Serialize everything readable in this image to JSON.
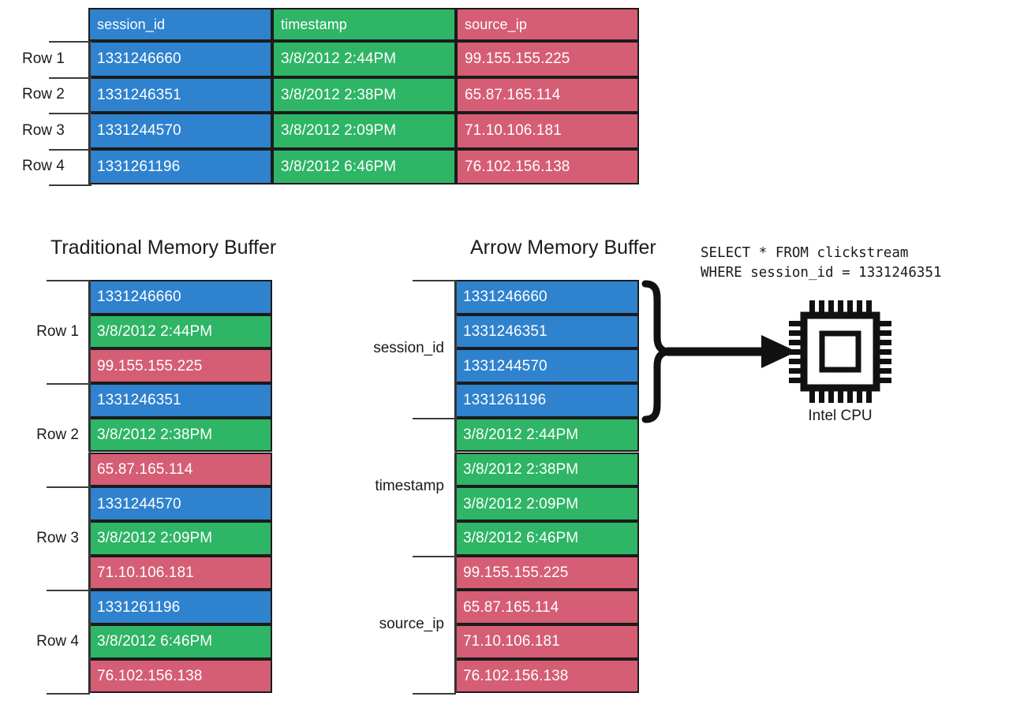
{
  "table": {
    "name": "clickstream-table",
    "columns": [
      "session_id",
      "timestamp",
      "source_ip"
    ],
    "row_labels": [
      "Row 1",
      "Row 2",
      "Row 3",
      "Row 4"
    ],
    "rows": [
      [
        "1331246660",
        "3/8/2012  2:44PM",
        "99.155.155.225"
      ],
      [
        "1331246351",
        "3/8/2012  2:38PM",
        "65.87.165.114"
      ],
      [
        "1331244570",
        "3/8/2012  2:09PM",
        "71.10.106.181"
      ],
      [
        "1331261196",
        "3/8/2012  6:46PM",
        "76.102.156.138"
      ]
    ]
  },
  "traditional": {
    "title": "Traditional Memory Buffer",
    "group_labels": [
      "Row 1",
      "Row 2",
      "Row 3",
      "Row 4"
    ],
    "cells": [
      {
        "value": "1331246660",
        "color": "blue"
      },
      {
        "value": "3/8/2012  2:44PM",
        "color": "green"
      },
      {
        "value": "99.155.155.225",
        "color": "red"
      },
      {
        "value": "1331246351",
        "color": "blue"
      },
      {
        "value": "3/8/2012  2:38PM",
        "color": "green"
      },
      {
        "value": "65.87.165.114",
        "color": "red"
      },
      {
        "value": "1331244570",
        "color": "blue"
      },
      {
        "value": "3/8/2012  2:09PM",
        "color": "green"
      },
      {
        "value": "71.10.106.181",
        "color": "red"
      },
      {
        "value": "1331261196",
        "color": "blue"
      },
      {
        "value": "3/8/2012  6:46PM",
        "color": "green"
      },
      {
        "value": "76.102.156.138",
        "color": "red"
      }
    ]
  },
  "arrow": {
    "title": "Arrow Memory Buffer",
    "group_labels": [
      "session_id",
      "timestamp",
      "source_ip"
    ],
    "cells": [
      {
        "value": "1331246660",
        "color": "blue"
      },
      {
        "value": "1331246351",
        "color": "blue"
      },
      {
        "value": "1331244570",
        "color": "blue"
      },
      {
        "value": "1331261196",
        "color": "blue"
      },
      {
        "value": "3/8/2012  2:44PM",
        "color": "green"
      },
      {
        "value": "3/8/2012  2:38PM",
        "color": "green"
      },
      {
        "value": "3/8/2012  2:09PM",
        "color": "green"
      },
      {
        "value": "3/8/2012  6:46PM",
        "color": "green"
      },
      {
        "value": "99.155.155.225",
        "color": "red"
      },
      {
        "value": "65.87.165.114",
        "color": "red"
      },
      {
        "value": "71.10.106.181",
        "color": "red"
      },
      {
        "value": "76.102.156.138",
        "color": "red"
      }
    ]
  },
  "query": {
    "line1": "SELECT * FROM clickstream",
    "line2": "WHERE session_id = 1331246351"
  },
  "cpu": {
    "caption": "Intel CPU",
    "icon": "cpu-chip-icon"
  },
  "colors": {
    "blue": "#2f82ce",
    "green": "#2eb565",
    "red": "#d55d74",
    "ink": "#1b1b1b",
    "rule": "#3b3b3b"
  }
}
